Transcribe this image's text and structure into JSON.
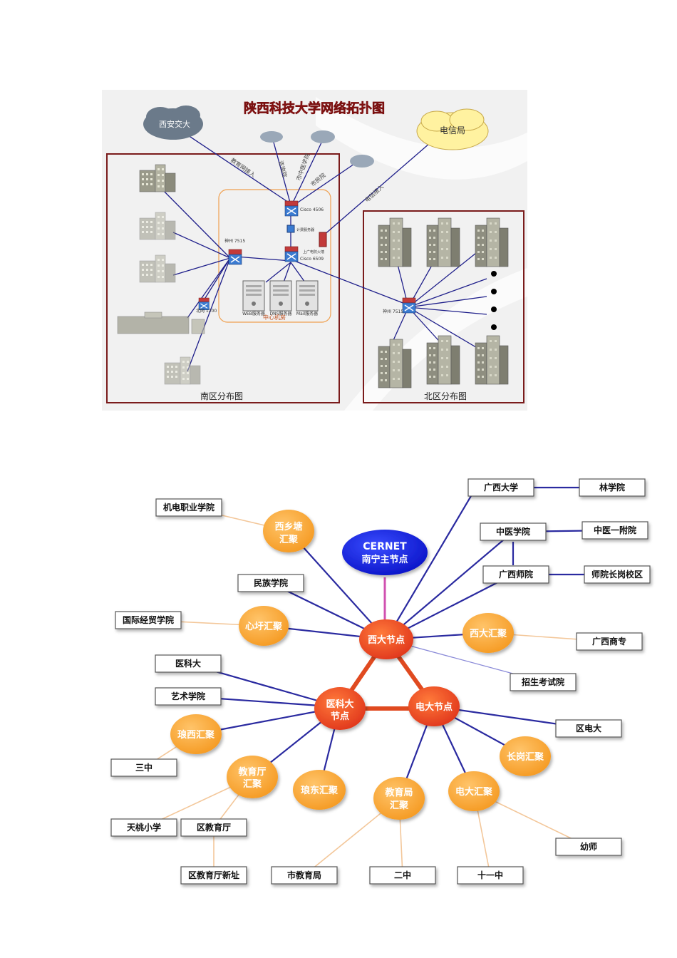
{
  "diagram1": {
    "title": "陕西科技大学网络拓扑图",
    "clouds": {
      "xian_jiaoda": "西安交大",
      "telecom": "电信局"
    },
    "links": {
      "edu_access": "教育网接入",
      "city_hospital": "市中医学院",
      "telecom_access": "电信接入",
      "other1": "咨询院",
      "other2": "市民院"
    },
    "devices": {
      "core_top": "Cisco 4506",
      "core_bottom": "Cisco 6509",
      "south_switch": "神州 7515",
      "south_sub": "北网 1200",
      "north_switch": "神州 7515",
      "firewall": "上广电防火墙",
      "mgmt": "计费服务器"
    },
    "servers": [
      "WEB服务器",
      "DNS服务器",
      "Mail服务器"
    ],
    "center_room": "中心机房",
    "south_area": "南区分布图",
    "north_area": "北区分布图"
  },
  "diagram2": {
    "cernet_line1": "CERNET",
    "cernet_line2": "南宁主节点",
    "hubs": {
      "xida": "西大节点",
      "yike_line1": "医科大",
      "yike_line2": "节点",
      "dianda": "电大节点"
    },
    "aggs": {
      "xixiangtang_1": "西乡塘",
      "xixiangtang_2": "汇聚",
      "xinxu": "心圩汇聚",
      "xida_agg": "西大汇聚",
      "langxi": "琅西汇聚",
      "jiaoyuting_1": "教育厅",
      "jiaoyuting_2": "汇聚",
      "langdong": "琅东汇聚",
      "jiaoyuju_1": "教育局",
      "jiaoyuju_2": "汇聚",
      "dianda_agg": "电大汇聚",
      "changgang": "长岗汇聚"
    },
    "boxes": {
      "jidian": "机电职业学院",
      "minzu": "民族学院",
      "guoji": "国际经贸学院",
      "yikeda": "医科大",
      "yishu": "艺术学院",
      "sanzhong": "三中",
      "tiantao": "天桃小学",
      "qujiaoyuting": "区教育厅",
      "xinzhi": "区教育厅新址",
      "shijiaoyuju": "市教育局",
      "erzhong": "二中",
      "shiyizhong": "十一中",
      "youshi": "幼师",
      "qudianda": "区电大",
      "zhaosheng": "招生考试院",
      "shangzhuan": "广西商专",
      "gxdx": "广西大学",
      "linxy": "林学院",
      "zhongyi": "中医学院",
      "zhongyifuyuan": "中医一附院",
      "shiyuan": "广西师院",
      "changgangxiaoqu": "师院长岗校区"
    }
  }
}
